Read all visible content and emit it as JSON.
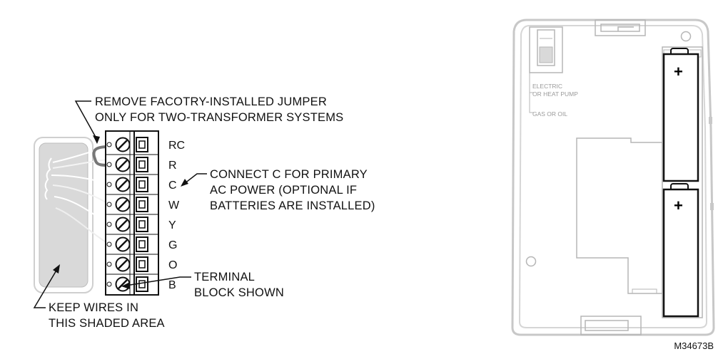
{
  "callouts": {
    "jumper_line1": "REMOVE FACOTRY-INSTALLED JUMPER",
    "jumper_line2": "ONLY FOR TWO-TRANSFORMER SYSTEMS",
    "c_line1": "CONNECT C FOR PRIMARY",
    "c_line2": "AC POWER (OPTIONAL IF",
    "c_line3": "BATTERIES ARE INSTALLED)",
    "tb_line1": "TERMINAL",
    "tb_line2": "BLOCK SHOWN",
    "wires_line1": "KEEP WIRES IN",
    "wires_line2": "THIS SHADED AREA"
  },
  "terminals": [
    "RC",
    "R",
    "C",
    "W",
    "Y",
    "G",
    "O",
    "B"
  ],
  "switch_labels": {
    "electric_line1": "ELECTRIC",
    "electric_line2": "OR HEAT PUMP",
    "gas": "GAS OR OIL"
  },
  "battery_symbol": "+",
  "figure_code": "M34673B",
  "colors": {
    "line": "#111111",
    "shaded_area": "#d9d9d9",
    "housing": "#c8c8c8",
    "housing_detail": "#b5b5b5"
  }
}
